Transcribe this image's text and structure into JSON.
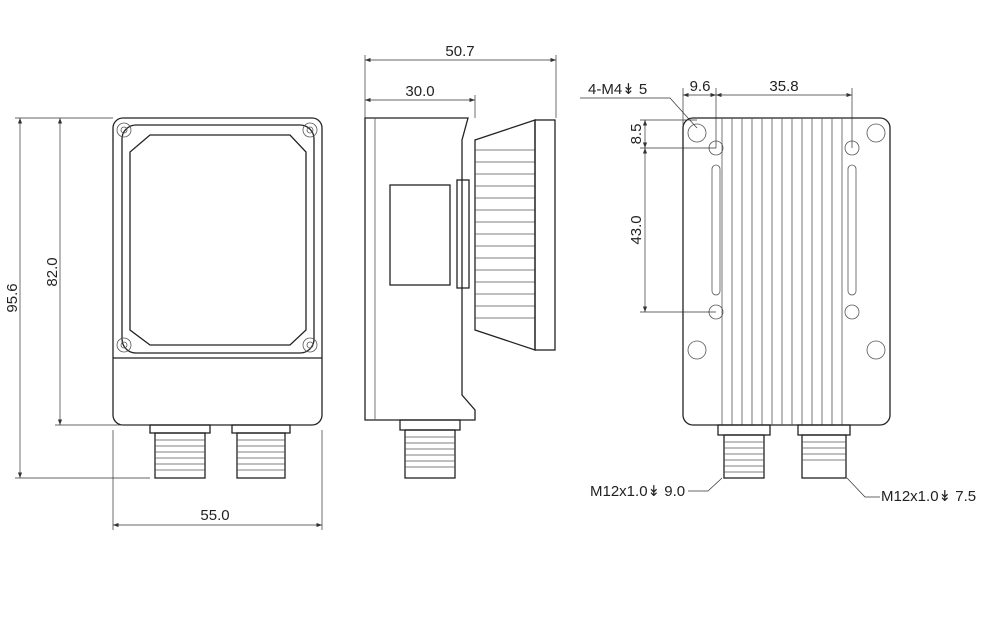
{
  "front_view": {
    "dim_total_height": "95.6",
    "dim_body_height": "82.0",
    "dim_width": "55.0"
  },
  "side_view": {
    "dim_total_depth": "50.7",
    "dim_body_depth": "30.0"
  },
  "back_view": {
    "thread_callout": "4-M4↡ 5",
    "dim_hole_offset_x": "9.6",
    "dim_hole_spacing_x": "35.8",
    "dim_hole_offset_y": "8.5",
    "dim_hole_spacing_y": "43.0",
    "connector_left_callout": "M12x1.0↡ 9.0",
    "connector_right_callout": "M12x1.0↡ 7.5"
  }
}
